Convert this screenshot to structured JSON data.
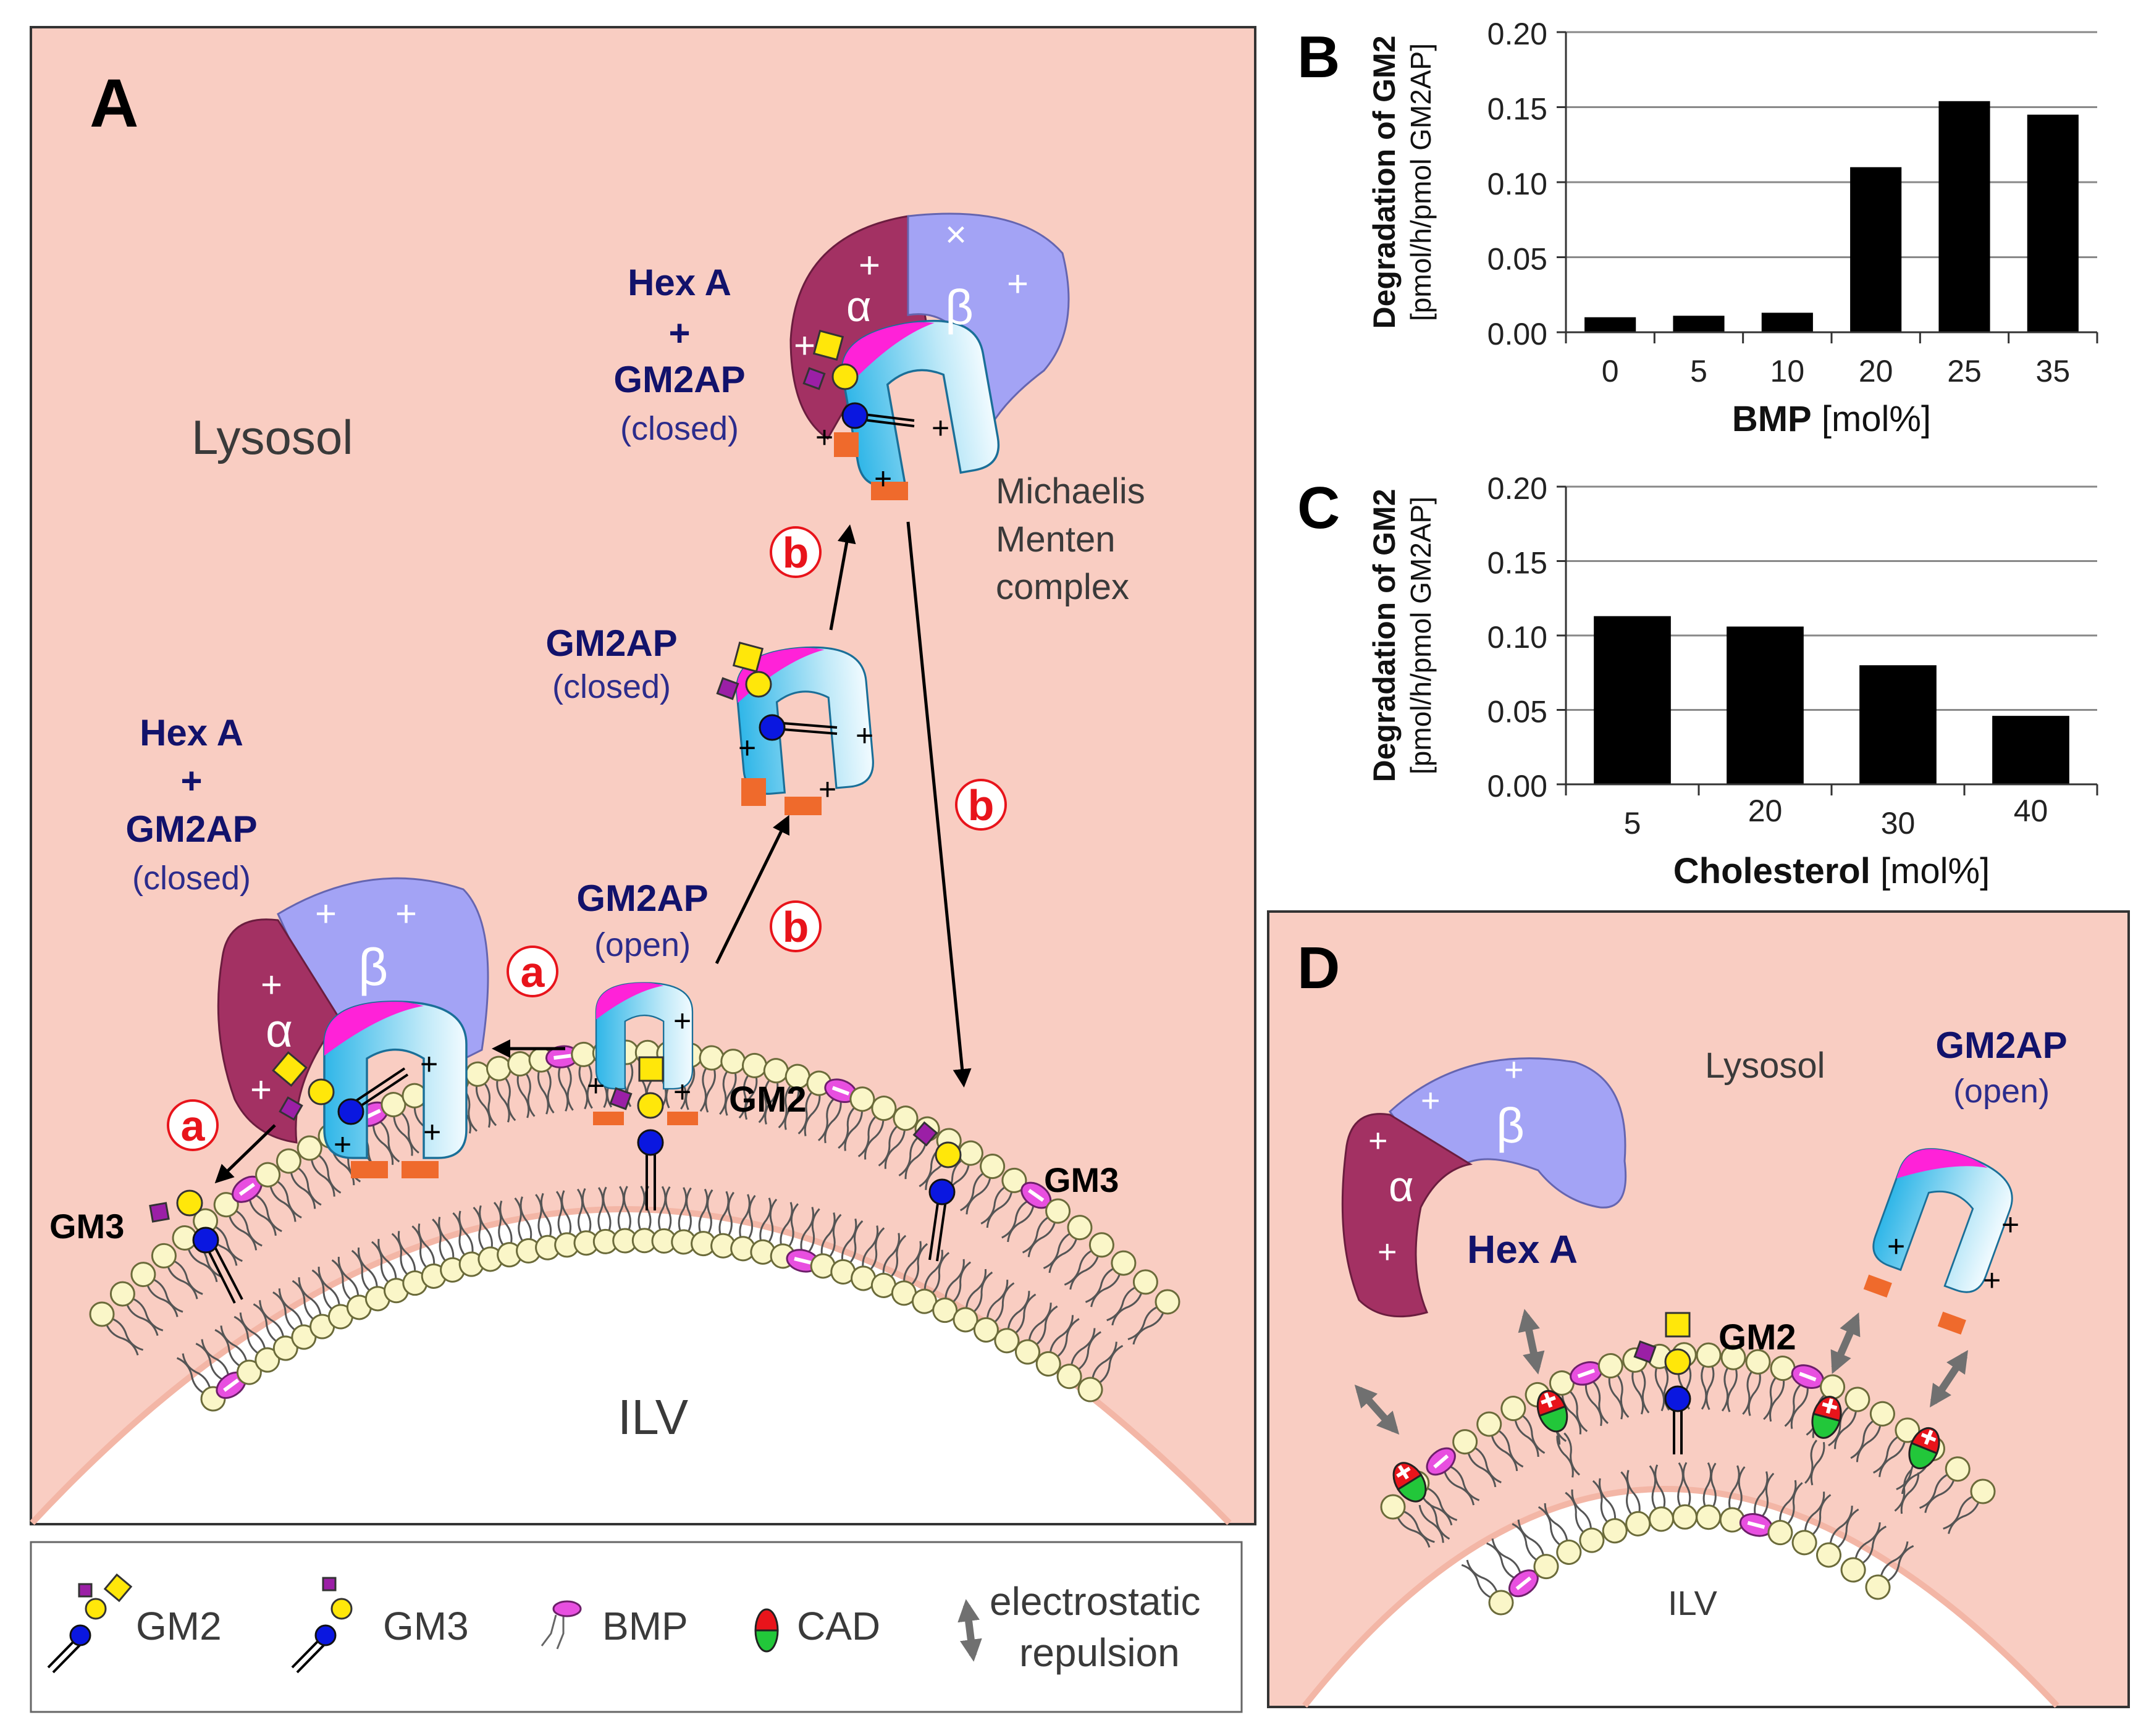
{
  "panel_a": {
    "letter": "A",
    "lysosol": "Lysosol",
    "ilv": "ILV",
    "hexa_top": {
      "l1": "Hex A",
      "l2": "+",
      "l3": "GM2AP",
      "l4": "(closed)"
    },
    "hexa_left": {
      "l1": "Hex A",
      "l2": "+",
      "l3": "GM2AP",
      "l4": "(closed)"
    },
    "gm2ap_closed": {
      "l1": "GM2AP",
      "l2": "(closed)"
    },
    "gm2ap_open": {
      "l1": "GM2AP",
      "l2": "(open)"
    },
    "mm_complex": {
      "l1": "Michaelis",
      "l2": "Menten",
      "l3": "complex"
    },
    "gm2": "GM2",
    "gm3_left": "GM3",
    "gm3_right": "GM3",
    "step_a": "a",
    "step_b": "b",
    "alpha": "α",
    "beta": "β",
    "plus": "+",
    "cross": "×"
  },
  "legend": {
    "gm2": "GM2",
    "gm3": "GM3",
    "bmp": "BMP",
    "cad": "CAD",
    "repulsion_l1": "electrostatic",
    "repulsion_l2": "repulsion"
  },
  "panel_b": {
    "letter": "B"
  },
  "panel_c": {
    "letter": "C"
  },
  "panel_d": {
    "letter": "D",
    "lysosol": "Lysosol",
    "ilv": "ILV",
    "hexa": "Hex A",
    "gm2ap": {
      "l1": "GM2AP",
      "l2": "(open)"
    },
    "gm2": "GM2"
  },
  "chart_data": [
    {
      "type": "bar",
      "panel": "B",
      "categories": [
        "0",
        "5",
        "10",
        "20",
        "25",
        "35"
      ],
      "values": [
        0.01,
        0.011,
        0.013,
        0.11,
        0.154,
        0.145
      ],
      "ylabel_bold": "Degradation of GM2",
      "ylabel": "[pmol/h/pmol GM2AP]",
      "xlabel_bold": "BMP",
      "xlabel": " [mol%]",
      "ylim": [
        0,
        0.2
      ],
      "yticks": [
        "0.00",
        "0.05",
        "0.10",
        "0.15",
        "0.20"
      ],
      "bar_color": "#000000",
      "grid": true
    },
    {
      "type": "bar",
      "panel": "C",
      "categories": [
        "5",
        "20",
        "30",
        "40"
      ],
      "values": [
        0.113,
        0.106,
        0.08,
        0.046
      ],
      "ylabel_bold": "Degradation of GM2",
      "ylabel": "[pmol/h/pmol GM2AP]",
      "xlabel_bold": "Cholesterol",
      "xlabel": " [mol%]",
      "ylim": [
        0,
        0.2
      ],
      "yticks": [
        "0.00",
        "0.05",
        "0.10",
        "0.15",
        "0.20"
      ],
      "bar_color": "#000000",
      "grid": true
    }
  ],
  "colors": {
    "lysosol_bg": "#f9cdc2",
    "alpha_subunit": "#a33163",
    "beta_subunit": "#a3a3f5",
    "gm2ap_body": "#5bc8ee",
    "gm2ap_lid": "#ff22d8",
    "gm2ap_foot": "#ef6a2c",
    "lipid_head": "#faf6c8",
    "bmp": "#e84fe0",
    "sugar_yellow": "#ffe70a",
    "sugar_blue": "#0a17e0",
    "sialic_purple": "#9b1fa6",
    "step_red": "#e8141b"
  }
}
